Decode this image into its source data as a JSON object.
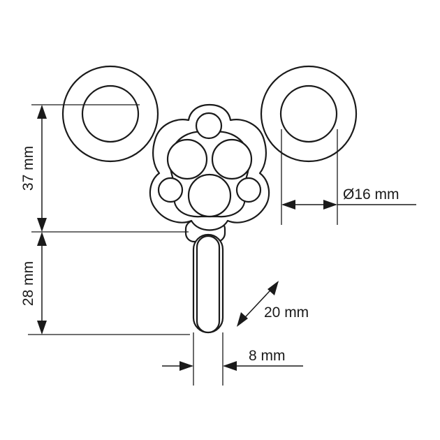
{
  "dimensions": {
    "height_upper": "37 mm",
    "height_lower": "28 mm",
    "hole_diameter": "Ø16 mm",
    "slot_length": "20 mm",
    "slot_width": "8 mm"
  }
}
